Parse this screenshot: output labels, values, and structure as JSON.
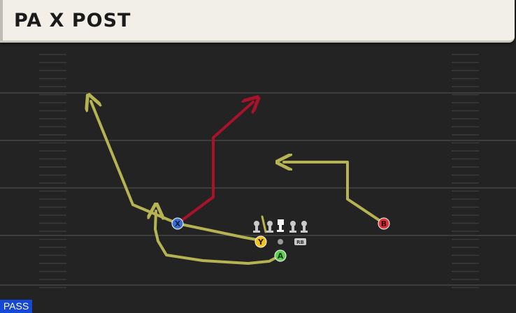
{
  "play": {
    "title": "PA X POST",
    "type_badge": "PASS"
  },
  "players": {
    "x": {
      "label": "X",
      "color": "#3a6fd8",
      "route_color": "#a8122a"
    },
    "y": {
      "label": "Y",
      "color": "#f2c21b",
      "route_color": "#b5b352"
    },
    "a": {
      "label": "A",
      "color": "#5fcf52",
      "route_color": "#b5b352"
    },
    "b": {
      "label": "B",
      "color": "#e0343c",
      "route_color": "#b5b352"
    },
    "rb": {
      "label": "RB"
    }
  },
  "colors": {
    "field": "#232323",
    "yard_line": "#3d3d3d",
    "route_primary": "#a8122a",
    "route_secondary": "#b5b352",
    "header_bg": "#f1efe8",
    "badge_bg": "#1548d6"
  }
}
